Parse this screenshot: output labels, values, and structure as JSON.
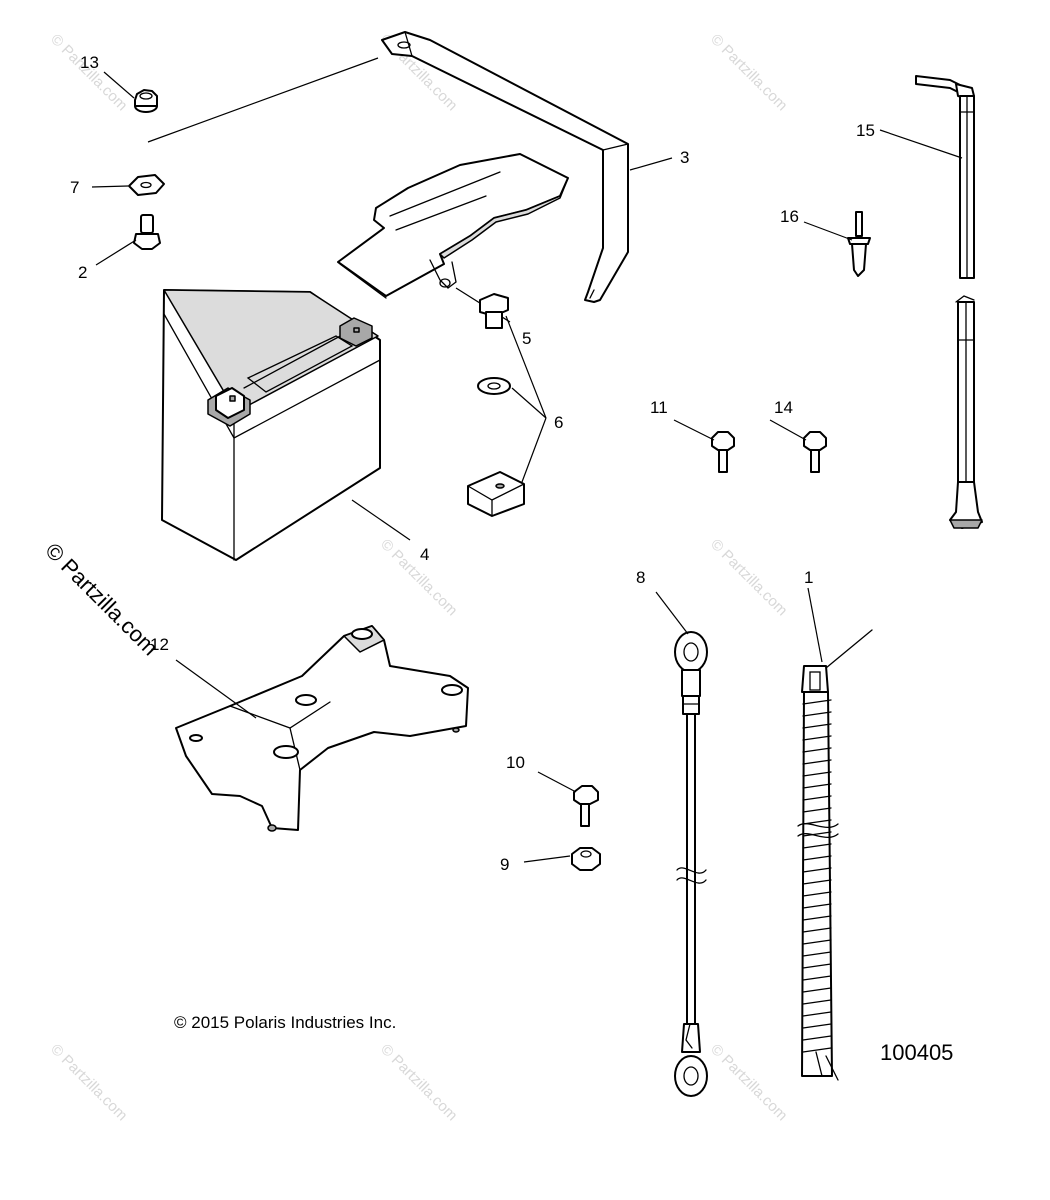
{
  "callouts": {
    "c1": "1",
    "c2": "2",
    "c3": "3",
    "c4": "4",
    "c5": "5",
    "c6": "6",
    "c7": "7",
    "c8": "8",
    "c9": "9",
    "c10": "10",
    "c11": "11",
    "c12": "12",
    "c13": "13",
    "c14": "14",
    "c15": "15",
    "c16": "16"
  },
  "copyright": "© 2015 Polaris Industries Inc.",
  "figure_number": "100405",
  "watermark_main": "© Partzilla.com",
  "watermark_tile": "© Partzilla.com"
}
